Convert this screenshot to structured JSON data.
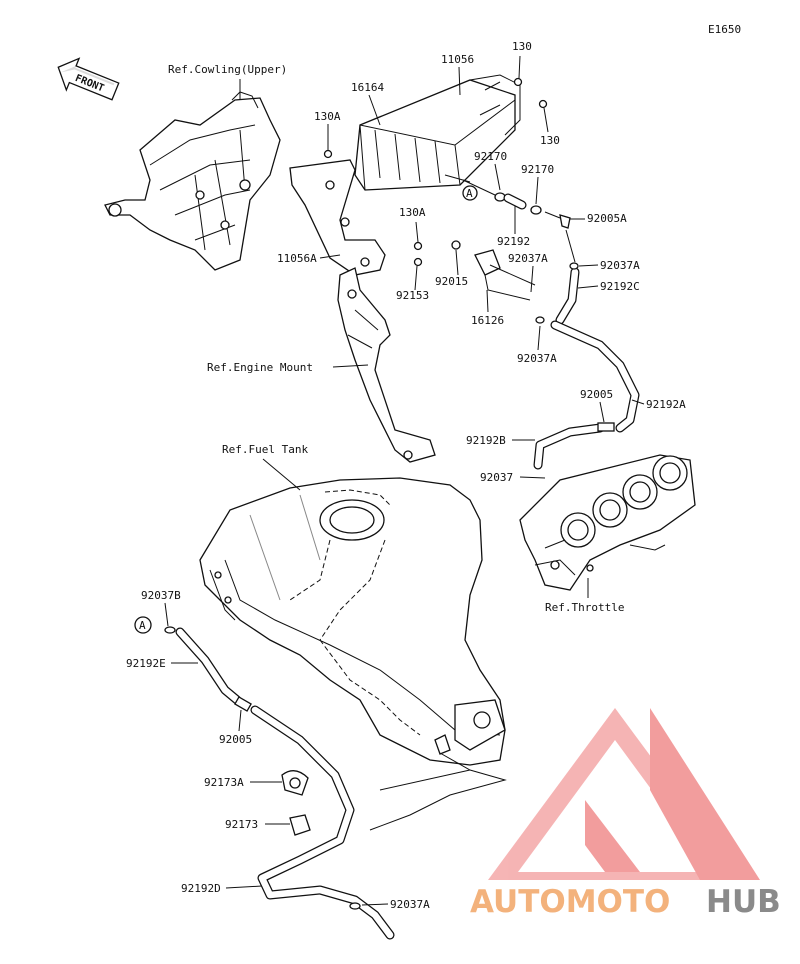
{
  "diagram_code": "E1650",
  "front_label": "FRONT",
  "callout_letter": "A",
  "refs": {
    "cowling": "Ref.Cowling(Upper)",
    "engine_mount": "Ref.Engine Mount",
    "fuel_tank": "Ref.Fuel Tank",
    "throttle": "Ref.Throttle"
  },
  "labels": {
    "p11056": "11056",
    "p130_top": "130",
    "p16164": "16164",
    "p130A_top": "130A",
    "p130_right": "130",
    "p92170_a": "92170",
    "p92170_b": "92170",
    "p92192": "92192",
    "p92005A": "92005A",
    "p130A_mid": "130A",
    "p11056A": "11056A",
    "p92153": "92153",
    "p92015": "92015",
    "p92037A_1": "92037A",
    "p92037A_r": "92037A",
    "p92192C": "92192C",
    "p16126": "16126",
    "p92037A_2": "92037A",
    "p92005_r": "92005",
    "p92192A": "92192A",
    "p92192B": "92192B",
    "p92037": "92037",
    "p92037B": "92037B",
    "p92192E": "92192E",
    "p92005_l": "92005",
    "p92173A": "92173A",
    "p92173": "92173",
    "p92192D": "92192D",
    "p92037A_b": "92037A"
  },
  "watermark": {
    "part1": "AUTOMOTO",
    "part2": "HUB",
    "color_logo": "#f08c8c",
    "color_text_a": "#f3b27c",
    "color_text_b": "#8a8a8a"
  }
}
